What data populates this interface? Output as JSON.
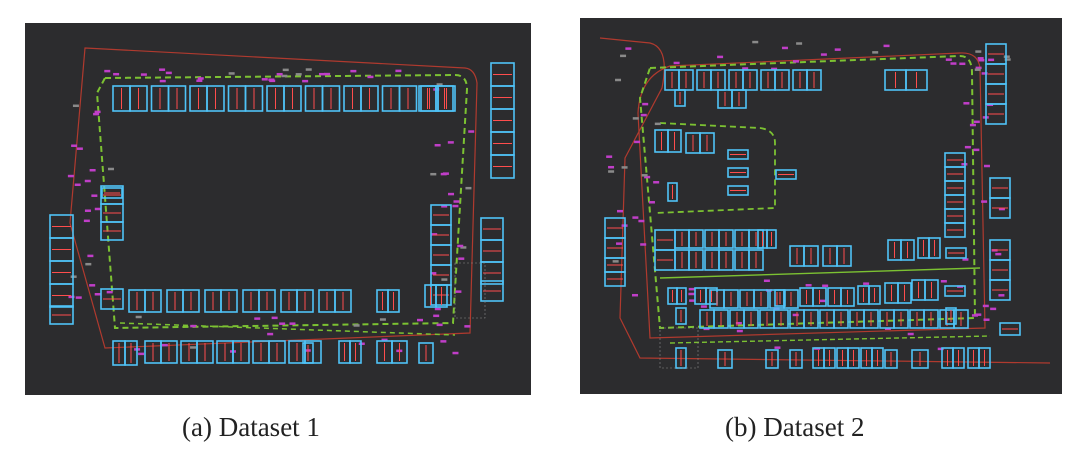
{
  "figure": {
    "panels": [
      {
        "id": "a",
        "caption_label": "(a)",
        "caption_text": "Dataset 1"
      },
      {
        "id": "b",
        "caption_label": "(b)",
        "caption_text": "Dataset 2"
      }
    ]
  },
  "colors": {
    "background": "#2c2c2e",
    "parking_box": "#4fc3f7",
    "route_green": "#7cc232",
    "route_red": "#b03a2e",
    "magenta_points": "#c03ec8",
    "gray_points": "#8a8a8a",
    "centerline": "#ff4d4d"
  }
}
